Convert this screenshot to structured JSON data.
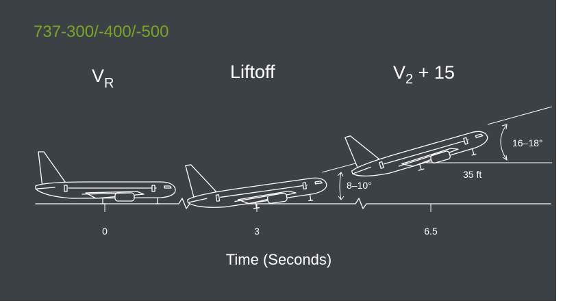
{
  "title": "737-300/-400/-500",
  "phases": {
    "vr": {
      "main": "V",
      "sub": "R"
    },
    "liftoff": {
      "label": "Liftoff"
    },
    "v2": {
      "main": "V",
      "sub": "2",
      "suffix": " + 15"
    }
  },
  "axis": {
    "label": "Time (Seconds)",
    "ticks": [
      "0",
      "3",
      "6.5"
    ]
  },
  "annotations": {
    "angle_liftoff": "8–10°",
    "angle_climb": "16–18°",
    "height": "35 ft"
  },
  "colors": {
    "background": "#3b4144",
    "title": "#7ba428",
    "line": "#ffffff"
  }
}
